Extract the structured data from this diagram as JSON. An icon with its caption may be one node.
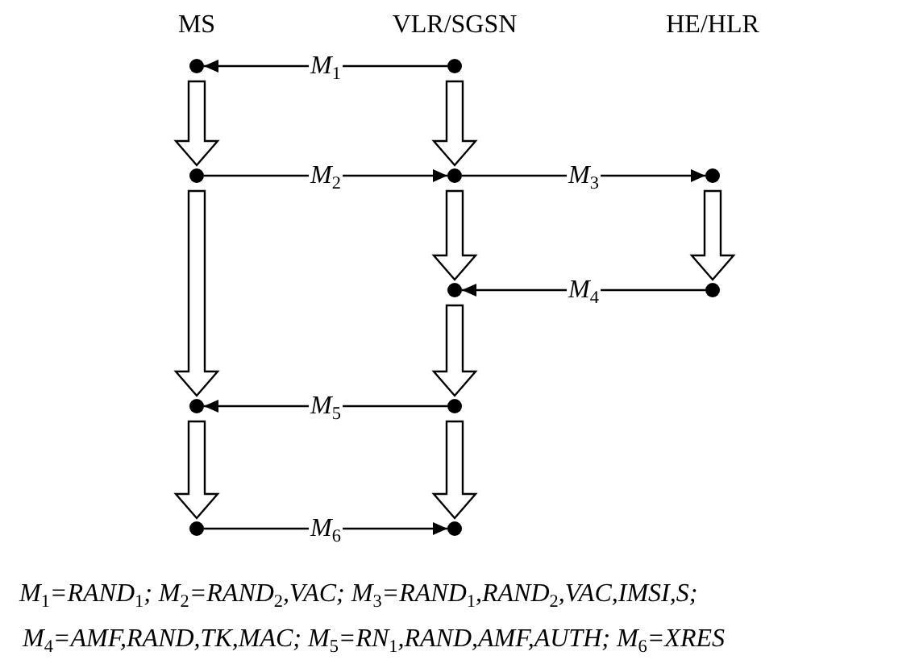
{
  "diagram": {
    "nodes": [
      {
        "text": [],
        "shape": "circle"
      },
      {
        "text": [],
        "shape": "circle"
      },
      {
        "text": [],
        "shape": "circle"
      },
      {
        "text": [],
        "shape": "circle"
      },
      {
        "text": [],
        "shape": "circle"
      },
      {
        "text": [],
        "shape": "circle"
      },
      {
        "text": [],
        "shape": "circle"
      },
      {
        "text": [],
        "shape": "circle"
      },
      {
        "text": [],
        "shape": "circle"
      },
      {
        "text": [],
        "shape": "circle"
      },
      {
        "text": [],
        "shape": "circle"
      }
    ],
    "edges": [
      {
        "from": 1,
        "to": 0,
        "arrow": "to",
        "label": "M$_{1}$"
      },
      {
        "from": 0,
        "to": 2,
        "arrow": "to",
        "style": "thick"
      },
      {
        "from": 1,
        "to": 3,
        "arrow": "to",
        "style": "thick"
      },
      {
        "from": 2,
        "to": 3,
        "arrow": "to",
        "label": "M$_{2}$"
      },
      {
        "from": 3,
        "to": 4,
        "arrow": "to",
        "label": "M$_{3}$"
      },
      {
        "from": 2,
        "to": 7,
        "arrow": "to",
        "style": "thick"
      },
      {
        "from": 3,
        "to": 5,
        "arrow": "to",
        "style": "thick"
      },
      {
        "from": 4,
        "to": 6,
        "arrow": "to",
        "style": "thick"
      },
      {
        "from": 6,
        "to": 5,
        "arrow": "to",
        "label": "M$_{4}$"
      },
      {
        "from": 5,
        "to": 8,
        "arrow": "to",
        "style": "thick"
      },
      {
        "from": 8,
        "to": 7,
        "arrow": "to",
        "label": "M$_{5}$"
      },
      {
        "from": 7,
        "to": 9,
        "arrow": "to",
        "style": "thick"
      },
      {
        "from": 8,
        "to": 10,
        "arrow": "to",
        "style": "thick"
      },
      {
        "from": 9,
        "to": 10,
        "arrow": "to",
        "label": "M$_{6}$"
      }
    ],
    "labels": [
      "MS",
      "VLR/SGSN",
      "HE/HLR",
      "M$_{1}$=RAND$_{1}$; M$_{2}$=RAND$_{2}$,VAC; M$_{3}$=RAND$_{1}$,RAND$_{2}$,VAC,IMSI,S;",
      "M$_{4}$=AMF,RAND,TK,MAC; M$_{5}$=RN$_{1}$,RAND,AMF,AUTH; M$_{6}$=XRES"
    ]
  }
}
